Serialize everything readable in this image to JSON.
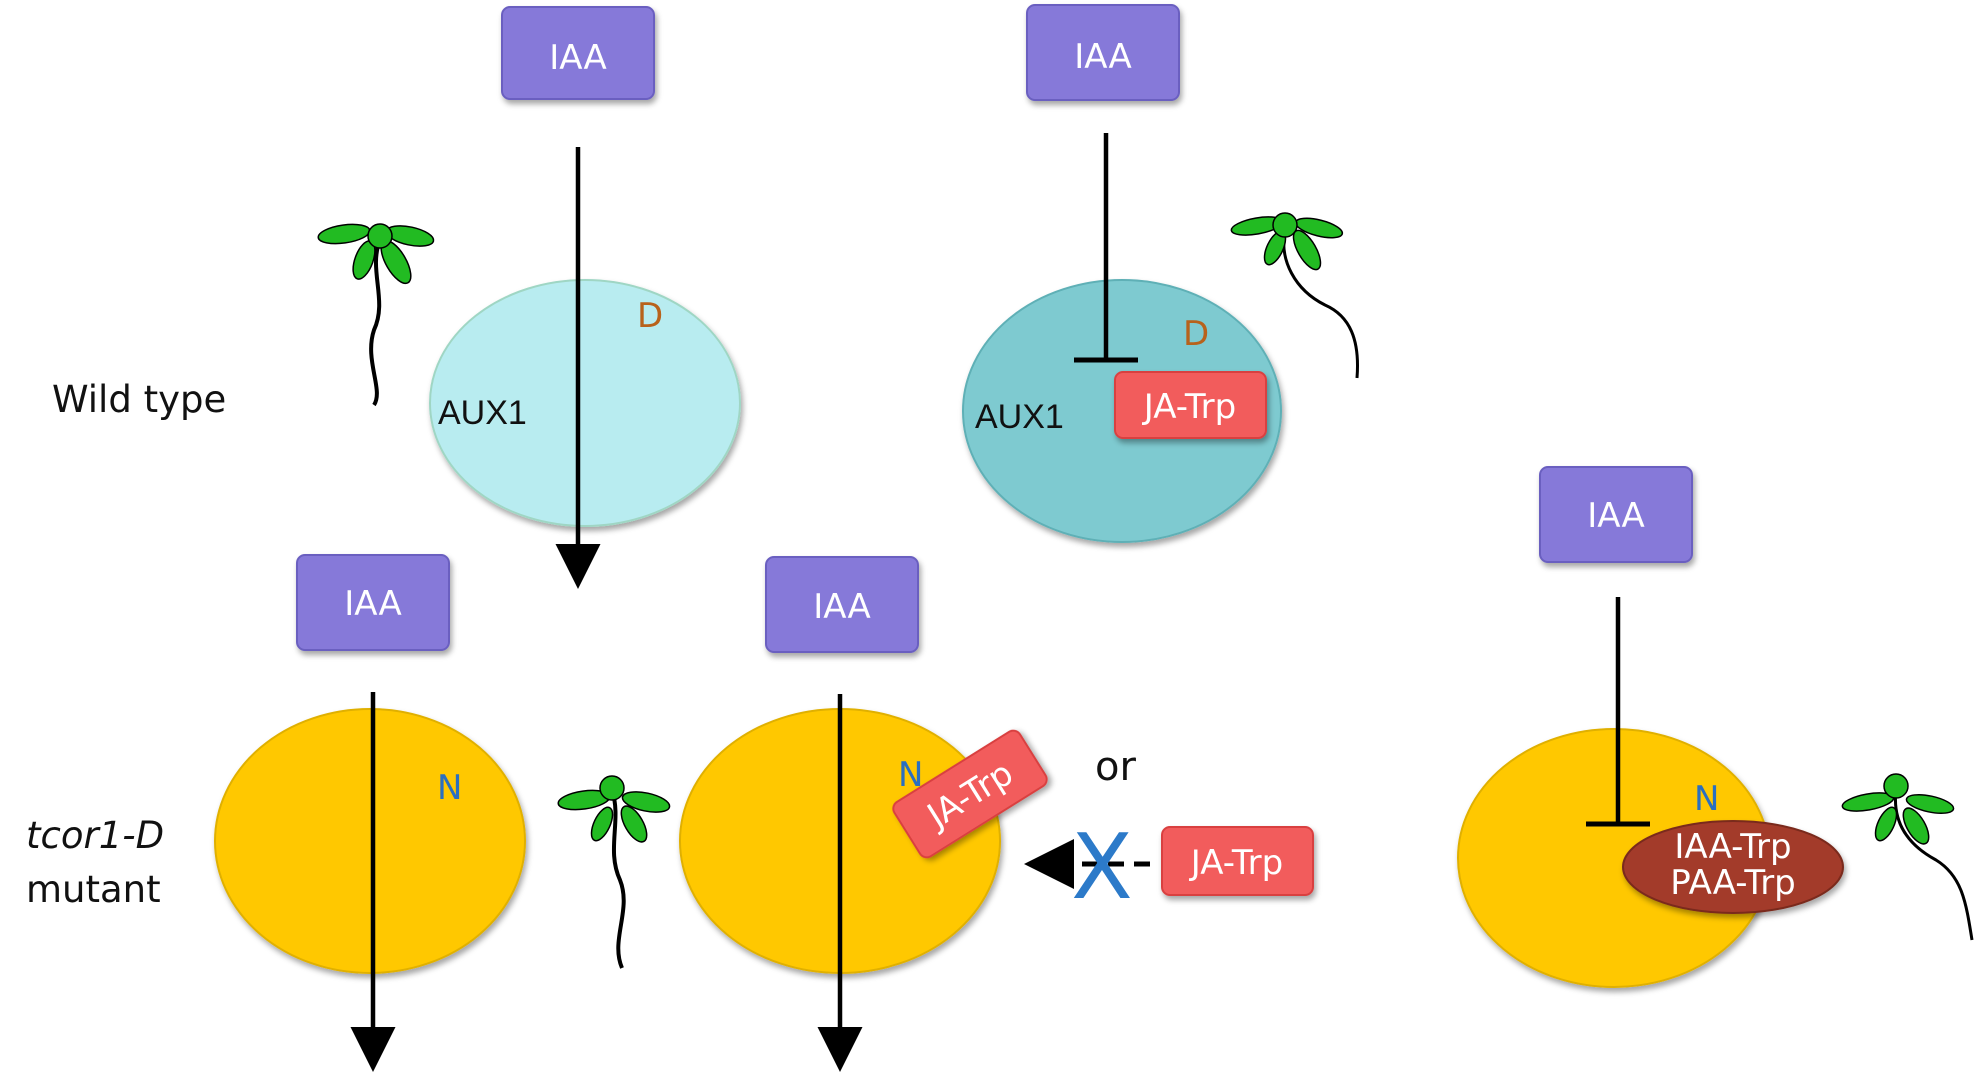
{
  "colors": {
    "iaa_box": "#8679d9",
    "ja_box": "#f25c5c",
    "wt_ellipse_light": "#b8ecf0",
    "wt_ellipse_dark": "#7ecad0",
    "mutant_ellipse": "#ffc800",
    "ester_ellipse": "#a33a2a",
    "seedling_leaf": "#22bb22",
    "letter_d": "#b8621b",
    "letter_n": "#2a6fc0",
    "cross_mark": "#2c7ac9"
  },
  "row_labels": {
    "wild_type": "Wild type",
    "mutant_line1": "tcor1-D",
    "mutant_line2": "mutant"
  },
  "panels": {
    "wt_normal": {
      "iaa": "IAA",
      "transporter": "AUX1",
      "residue": "D",
      "state": "uptake"
    },
    "wt_ja": {
      "iaa": "IAA",
      "transporter": "AUX1",
      "residue": "D",
      "blocker": "JA-Trp",
      "state": "blocked"
    },
    "mut_normal": {
      "iaa": "IAA",
      "residue": "N",
      "state": "uptake"
    },
    "mut_ja": {
      "iaa": "IAA",
      "residue": "N",
      "bound": "JA-Trp",
      "or_label": "or",
      "free_ja": "JA-Trp",
      "cross": "X",
      "state": "uptake"
    },
    "mut_conj": {
      "iaa": "IAA",
      "residue": "N",
      "conj_line1": "IAA-Trp",
      "conj_line2": "PAA-Trp",
      "state": "blocked"
    }
  }
}
